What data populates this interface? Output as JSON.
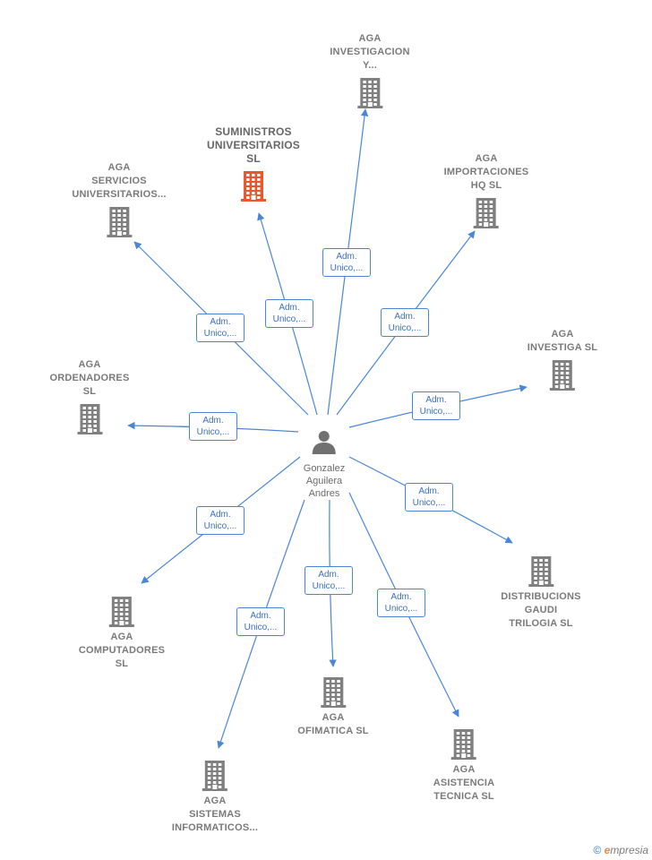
{
  "colors": {
    "edge": "#4a86d6",
    "building": "#808080",
    "building_highlight": "#e8582c",
    "label": "#7a7a7a"
  },
  "person": {
    "name": "Gonzalez\nAguilera\nAndres",
    "icon": "person-icon"
  },
  "companies": [
    {
      "id": "aga-investigacion",
      "label": "AGA\nINVESTIGACION\nY...",
      "badge": "Adm.\nUnico,...",
      "highlight": false
    },
    {
      "id": "suministros-universitarios",
      "label": "SUMINISTROS\nUNIVERSITARIOS\nSL",
      "badge": "Adm.\nUnico,...",
      "highlight": true
    },
    {
      "id": "aga-servicios-universitarios",
      "label": "AGA\nSERVICIOS\nUNIVERSITARIOS...",
      "badge": "Adm.\nUnico,...",
      "highlight": false
    },
    {
      "id": "aga-importaciones-hq",
      "label": "AGA\nIMPORTACIONES\nHQ  SL",
      "badge": "Adm.\nUnico,...",
      "highlight": false
    },
    {
      "id": "aga-investiga",
      "label": "AGA\nINVESTIGA  SL",
      "badge": "Adm.\nUnico,...",
      "highlight": false
    },
    {
      "id": "aga-ordenadores",
      "label": "AGA\nORDENADORES\nSL",
      "badge": "Adm.\nUnico,...",
      "highlight": false
    },
    {
      "id": "distribucions-gaudi-trilogia",
      "label": "DISTRIBUCIONS\nGAUDI\nTRILOGIA  SL",
      "badge": "Adm.\nUnico,...",
      "highlight": false
    },
    {
      "id": "aga-computadores",
      "label": "AGA\nCOMPUTADORES\nSL",
      "badge": "Adm.\nUnico,...",
      "highlight": false
    },
    {
      "id": "aga-ofimatica",
      "label": "AGA\nOFIMATICA  SL",
      "badge": "Adm.\nUnico,...",
      "highlight": false
    },
    {
      "id": "aga-asistencia-tecnica",
      "label": "AGA\nASISTENCIA\nTECNICA  SL",
      "badge": "Adm.\nUnico,...",
      "highlight": false
    },
    {
      "id": "aga-sistemas-informaticos",
      "label": "AGA\nSISTEMAS\nINFORMATICOS...",
      "badge": "Adm.\nUnico,...",
      "highlight": false
    }
  ],
  "footer": {
    "copyright": "©",
    "brand_initial": "e",
    "brand_rest": "mpresia"
  }
}
